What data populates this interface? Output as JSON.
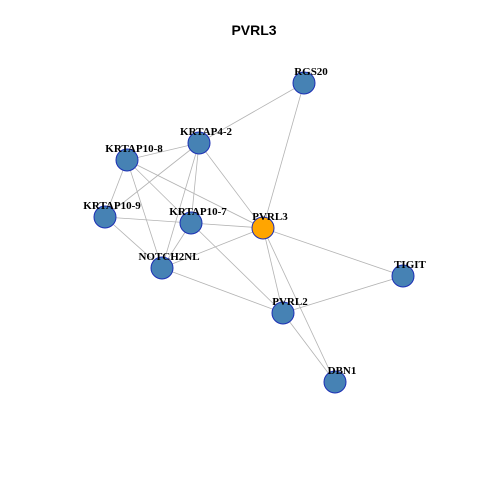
{
  "title": "PVRL3",
  "colors": {
    "node_fill": "#4682b4",
    "center_fill": "#ffa500",
    "node_border": "#1c2fb5",
    "edge": "#b3b3b3"
  },
  "nodes": [
    {
      "id": "RGS20",
      "label": "RGS20"
    },
    {
      "id": "KRTAP4-2",
      "label": "KRTAP4-2"
    },
    {
      "id": "KRTAP10-8",
      "label": "KRTAP10-8"
    },
    {
      "id": "KRTAP10-9",
      "label": "KRTAP10-9"
    },
    {
      "id": "KRTAP10-7",
      "label": "KRTAP10-7"
    },
    {
      "id": "PVRL3",
      "label": "PVRL3",
      "center": true
    },
    {
      "id": "NOTCH2NL",
      "label": "NOTCH2NL"
    },
    {
      "id": "TIGIT",
      "label": "TIGIT"
    },
    {
      "id": "PVRL2",
      "label": "PVRL2"
    },
    {
      "id": "DBN1",
      "label": "DBN1"
    }
  ],
  "edges": [
    [
      "RGS20",
      "KRTAP4-2"
    ],
    [
      "RGS20",
      "PVRL3"
    ],
    [
      "KRTAP4-2",
      "KRTAP10-8"
    ],
    [
      "KRTAP4-2",
      "KRTAP10-9"
    ],
    [
      "KRTAP4-2",
      "KRTAP10-7"
    ],
    [
      "KRTAP4-2",
      "NOTCH2NL"
    ],
    [
      "KRTAP4-2",
      "PVRL3"
    ],
    [
      "KRTAP10-8",
      "KRTAP10-9"
    ],
    [
      "KRTAP10-8",
      "KRTAP10-7"
    ],
    [
      "KRTAP10-8",
      "NOTCH2NL"
    ],
    [
      "KRTAP10-8",
      "PVRL3"
    ],
    [
      "KRTAP10-9",
      "KRTAP10-7"
    ],
    [
      "KRTAP10-9",
      "NOTCH2NL"
    ],
    [
      "KRTAP10-7",
      "NOTCH2NL"
    ],
    [
      "KRTAP10-7",
      "PVRL3"
    ],
    [
      "KRTAP10-7",
      "PVRL2"
    ],
    [
      "NOTCH2NL",
      "PVRL3"
    ],
    [
      "NOTCH2NL",
      "PVRL2"
    ],
    [
      "PVRL3",
      "TIGIT"
    ],
    [
      "PVRL3",
      "PVRL2"
    ],
    [
      "PVRL3",
      "DBN1"
    ],
    [
      "TIGIT",
      "PVRL2"
    ],
    [
      "PVRL2",
      "DBN1"
    ]
  ]
}
